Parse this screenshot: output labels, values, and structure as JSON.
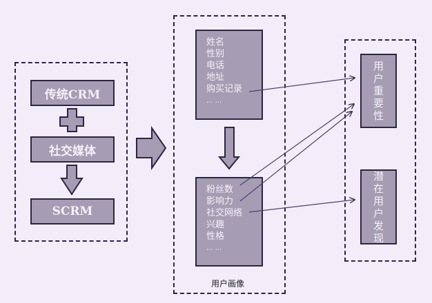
{
  "left_group": {
    "items": [
      "传统CRM",
      "社交媒体",
      "SCRM"
    ],
    "operators": [
      "plus-icon",
      "arrow-down-icon"
    ]
  },
  "middle_group": {
    "caption": "用户画像",
    "top_box": [
      "姓名",
      "性别",
      "电话",
      "地址",
      "购买记录",
      "... ..."
    ],
    "bottom_box": [
      "粉丝数",
      "影响力",
      "社交网络",
      "兴趣",
      "性格",
      "... ..."
    ]
  },
  "right_group": {
    "boxes": [
      {
        "label": "用户重要性",
        "chars": [
          "用",
          "户",
          "重",
          "要",
          "性"
        ]
      },
      {
        "label": "潜在用户发现",
        "chars": [
          "潜",
          "在",
          "用",
          "户",
          "发",
          "现"
        ]
      }
    ]
  },
  "connections": [
    {
      "from": "购买记录",
      "to": "用户重要性"
    },
    {
      "from": "粉丝数",
      "to": "用户重要性"
    },
    {
      "from": "影响力",
      "to": "用户重要性"
    },
    {
      "from": "社交网络",
      "to": "潜在用户发现"
    }
  ],
  "colors": {
    "background": "#f3edf9",
    "box_fill": "#a69db4",
    "stroke": "#2b2545",
    "box_text": "#f4f0f8"
  }
}
